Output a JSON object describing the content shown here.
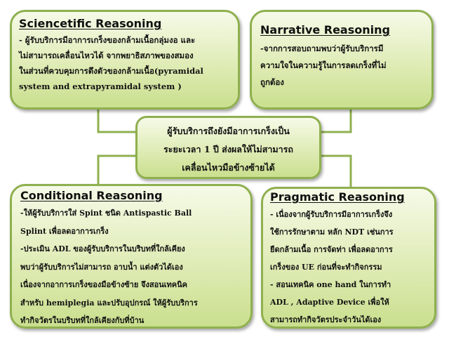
{
  "colors": {
    "border": "#8fb04f",
    "fill_top": "#f6fae8",
    "fill_bottom": "#cadf8e",
    "text": "#111111"
  },
  "center": {
    "lines": [
      "ผู้รับบริการถึงยังมีอาการเกร็งเป็น",
      "ระยะเวลา 1 ปี ส่งผลให้ไม่สามารถ",
      "เคลื่อนไหวมือข้างซ้ายได้"
    ]
  },
  "scientific": {
    "title": "Sciencetific Reasoning",
    "lines": [
      "- ผู้รับบริการมีอาการเกร็งของกล้ามเนื้อกลุ่มงอ และ",
      "ไม่สามารถเคลื่อนไหวได้ จากพยาธิสภาพของสมอง",
      "ในส่วนที่ควบคุมการตึงตัวของกล้ามเนื้อ(pyramidal",
      "system and extrapyramidal system )"
    ]
  },
  "narrative": {
    "title": "Narrative Reasoning",
    "lines": [
      "-จากการสอบถามพบว่าผู้รับบริการมี",
      "ความใจในความรู้ในการลดเกร็งที่ไม่",
      "ถูกต้อง"
    ]
  },
  "conditional": {
    "title": "Conditional Reasoning",
    "lines": [
      "-ให้ผู้รับบริการใส่ Spint ชนิด Antispastic Ball",
      "Splint เพื่อลดอาการเกร็ง",
      "-ประเมิน ADL ของผู้รับบริการในบริบทที่ใกล้เคียง",
      "พบว่าผู้รับบริการไม่สามารถ อาบน้ำ แต่งตัวได้เอง",
      "เนื่องจากอาการเกร็งของมือข้างซ้าย  จึงสอนเทคนิค",
      "สำหรับ hemiplegia และปรับอุปกรณ์ ให้ผู้รับบริการ",
      "ทำกิจวัตรในบริบทที่ใกล้เคียงกับที่บ้าน"
    ]
  },
  "pragmatic": {
    "title": "Pragmatic Reasoning",
    "lines": [
      "- เนื่องจากผู้รับบริการมีอาการเกร็งจึง",
      "ใช้การรักษาตาม หลัก NDT เช่นการ",
      "ยืดกล้ามเนื้อ การจัดท่า เพื่อลดอาการ",
      "เกร็งของ UE ก่อนที่จะทำกิจกรรม",
      "- สอนเทคนิค one hand ในการทำ",
      "ADL , Adaptive Device เพื่อให้",
      "สามารถทำกิจวัตรประจำวันได้เอง"
    ]
  }
}
